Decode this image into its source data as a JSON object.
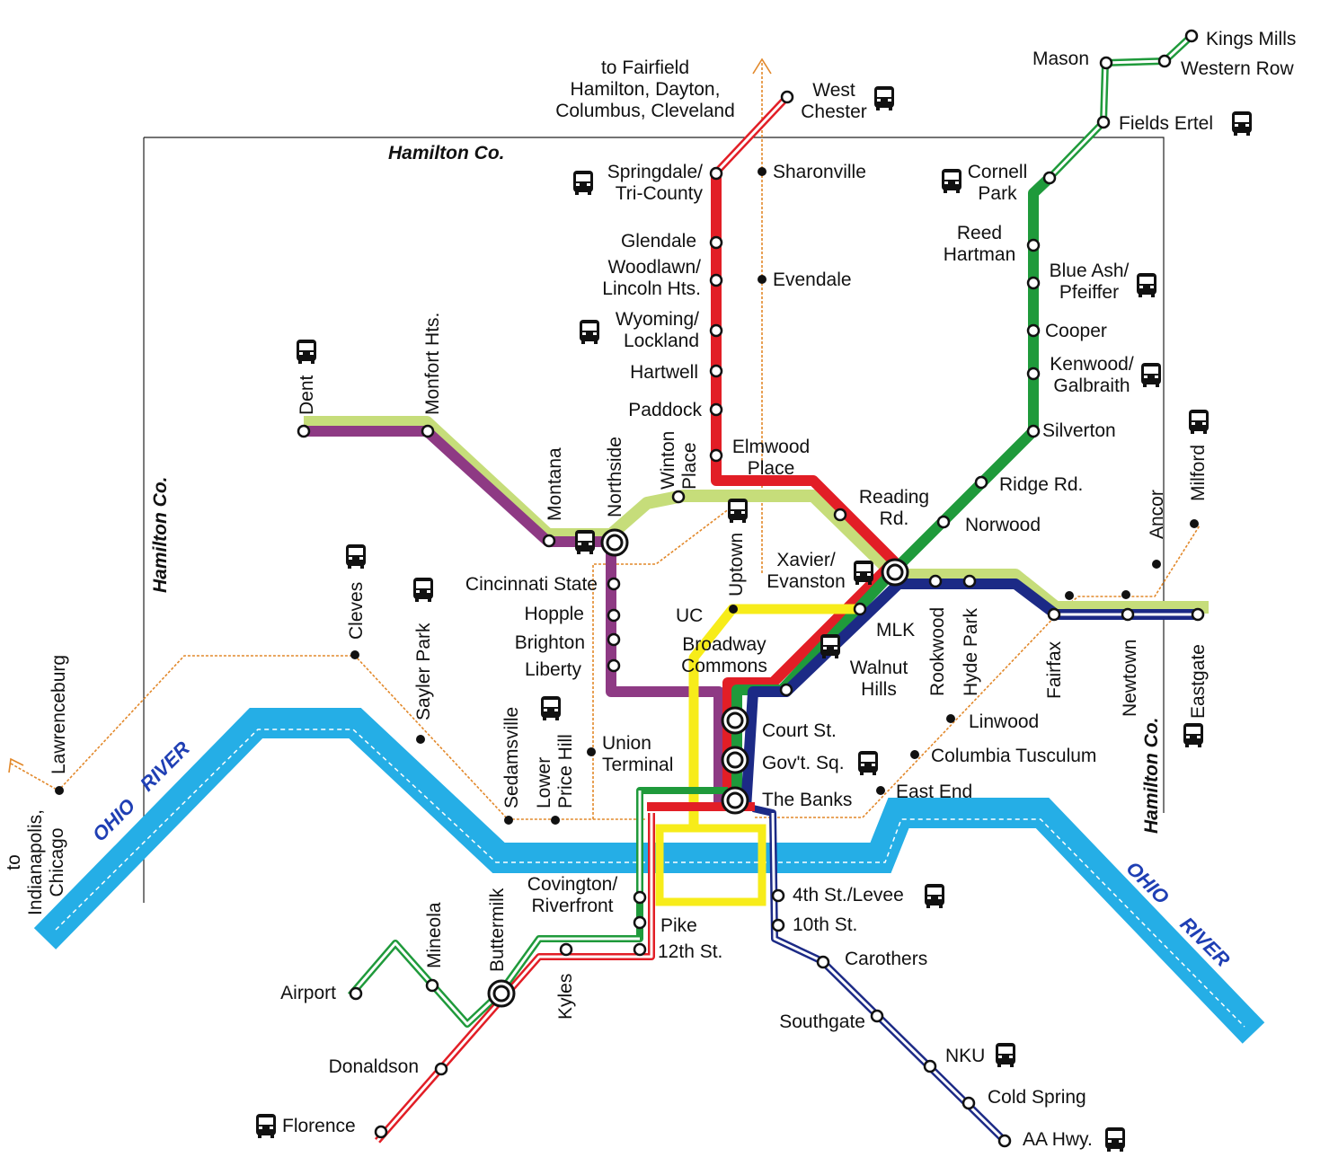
{
  "county_labels": [
    "Hamilton Co.",
    "Hamilton Co.",
    "Hamilton Co."
  ],
  "river_labels": [
    "OHIO",
    "RIVER",
    "OHIO",
    "RIVER"
  ],
  "destinations": {
    "north": "to Fairfield\nHamilton, Dayton,\nColumbus, Cleveland",
    "west": "to\nIndianapolis,\nChicago"
  },
  "colors": {
    "red": "#e21e26",
    "green": "#1f9a3b",
    "lightgreen": "#c6dd7a",
    "purple": "#8e3a84",
    "navy": "#1c2a86",
    "yellow": "#f7ec1a",
    "river": "#25aee6",
    "freight": "#e2882a"
  },
  "stations": {
    "west_chester": "West\nChester",
    "springdale": "Springdale/\nTri-County",
    "sharonville": "Sharonville",
    "glendale": "Glendale",
    "woodlawn": "Woodlawn/\nLincoln Hts.",
    "evendale": "Evendale",
    "wyoming": "Wyoming/\nLockland",
    "hartwell": "Hartwell",
    "paddock": "Paddock",
    "elmwood": "Elmwood\nPlace",
    "mason": "Mason",
    "kings_mills": "Kings Mills",
    "western_row": "Western Row",
    "fields_ertel": "Fields Ertel",
    "cornell_park": "Cornell\nPark",
    "reed_hartman": "Reed\nHartman",
    "blue_ash": "Blue Ash/\nPfeiffer",
    "cooper": "Cooper",
    "kenwood": "Kenwood/\nGalbraith",
    "silverton": "Silverton",
    "ridge_rd": "Ridge  Rd.",
    "norwood": "Norwood",
    "reading_rd": "Reading\nRd.",
    "xavier": "Xavier/\nEvanston",
    "dent": "Dent",
    "monfort": "Monfort Hts.",
    "montana": "Montana",
    "northside": "Northside",
    "winton_place": "Winton\nPlace",
    "uptown": "Uptown",
    "cincinnati_state": "Cincinnati State",
    "hopple": "Hopple",
    "brighton": "Brighton",
    "liberty": "Liberty",
    "uc": "UC",
    "broadway": "Broadway\nCommons",
    "mlk": "MLK",
    "walnut_hills": "Walnut\nHills",
    "rookwood": "Rookwood",
    "hyde_park": "Hyde Park",
    "fairfax": "Fairfax",
    "newtown": "Newtown",
    "ancor": "Ancor",
    "milford": "Milford",
    "eastgate": "Eastgate",
    "linwood": "Linwood",
    "columbia_tusculum": "Columbia Tusculum",
    "east_end": "East End",
    "court_st": "Court  St.",
    "govt_sq": "Gov't. Sq.",
    "the_banks": "The Banks",
    "union_terminal": "Union\nTerminal",
    "lower_price_hill": "Lower\nPrice Hill",
    "sedamsville": "Sedamsville",
    "sayler_park": "Sayler Park",
    "cleves": "Cleves",
    "lawrenceburg": "Lawrenceburg",
    "covington": "Covington/\nRiverfront",
    "pike": "Pike",
    "twelfth_st": "12th St.",
    "fourth_st": "4th St./Levee",
    "tenth_st": "10th St.",
    "carothers": "Carothers",
    "southgate": "Southgate",
    "nku": "NKU",
    "cold_spring": "Cold Spring",
    "aa_hwy": "AA Hwy.",
    "airport": "Airport",
    "mineola": "Mineola",
    "buttermilk": "Buttermilk",
    "kyles": "Kyles",
    "donaldson": "Donaldson",
    "florence": "Florence"
  }
}
